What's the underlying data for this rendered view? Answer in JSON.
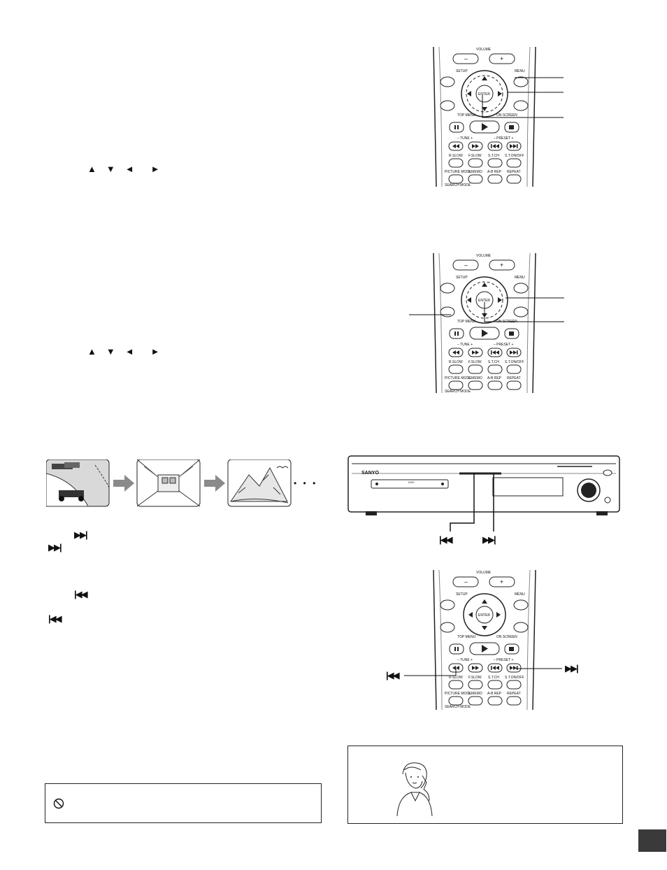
{
  "section1": {
    "arrow_keys": [
      "▲",
      "▼",
      "◄",
      "►"
    ]
  },
  "section2": {
    "arrow_keys": [
      "▲",
      "▼",
      "◄",
      "►"
    ]
  },
  "chapter_skip": {
    "next_symbol": "▶▶|",
    "prev_symbol": "|◀◀",
    "ellipsis": "• • •"
  },
  "remote": {
    "volume_label": "VOLUME",
    "minus": "–",
    "plus": "+",
    "setup_label": "SETUP",
    "menu_label": "MENU",
    "enter_label": "ENTER",
    "top_menu_label": "TOP MENU",
    "on_screen_label": "ON SCREEN",
    "tune_label": "– TUNE +",
    "preset_label": "– PRESET +",
    "row_a": [
      "R.SLOW",
      "F.SLOW",
      "S.T.CH",
      "S.T.ON/OFF"
    ],
    "row_b": [
      "PICTURE MODE",
      "L.MEMO",
      "A-B REP",
      "REPEAT"
    ],
    "search_mode_label": "SEARCH MODE"
  },
  "unit": {
    "brand": "SANYO",
    "disc_logo": "DVD"
  },
  "caution_icon": "prohibited-icon",
  "callout_figure": "woman-on-phone-illustration"
}
